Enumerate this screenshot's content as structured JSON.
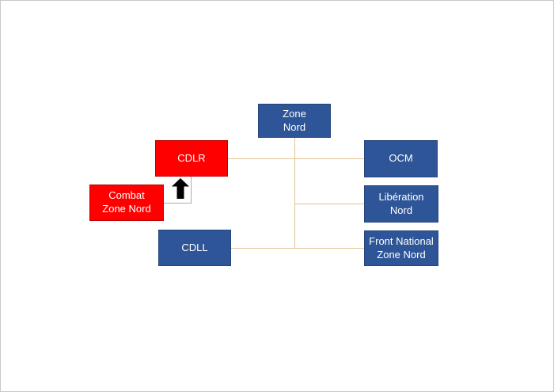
{
  "diagram": {
    "title": "Resistance Zone Nord organisation chart",
    "colors": {
      "blue_fill": "#2E5597",
      "blue_border": "#24447A",
      "red_fill": "#FF0000",
      "red_border": "#C00000",
      "connector": "#E4C294",
      "elbow_connector": "#ACACAC",
      "arrow": "#000000",
      "label_text": "#FFFFFF",
      "background": "#FFFFFF"
    },
    "nodes": {
      "zone_nord": {
        "label": "Zone\nNord"
      },
      "cdlr": {
        "label": "CDLR"
      },
      "combat_zone_nord": {
        "label": "Combat\nZone Nord"
      },
      "cdll": {
        "label": "CDLL"
      },
      "ocm": {
        "label": "OCM"
      },
      "liberation_nord": {
        "label": "Libération\nNord"
      },
      "front_national_zone_nord": {
        "label": "Front National\nZone Nord"
      }
    }
  }
}
